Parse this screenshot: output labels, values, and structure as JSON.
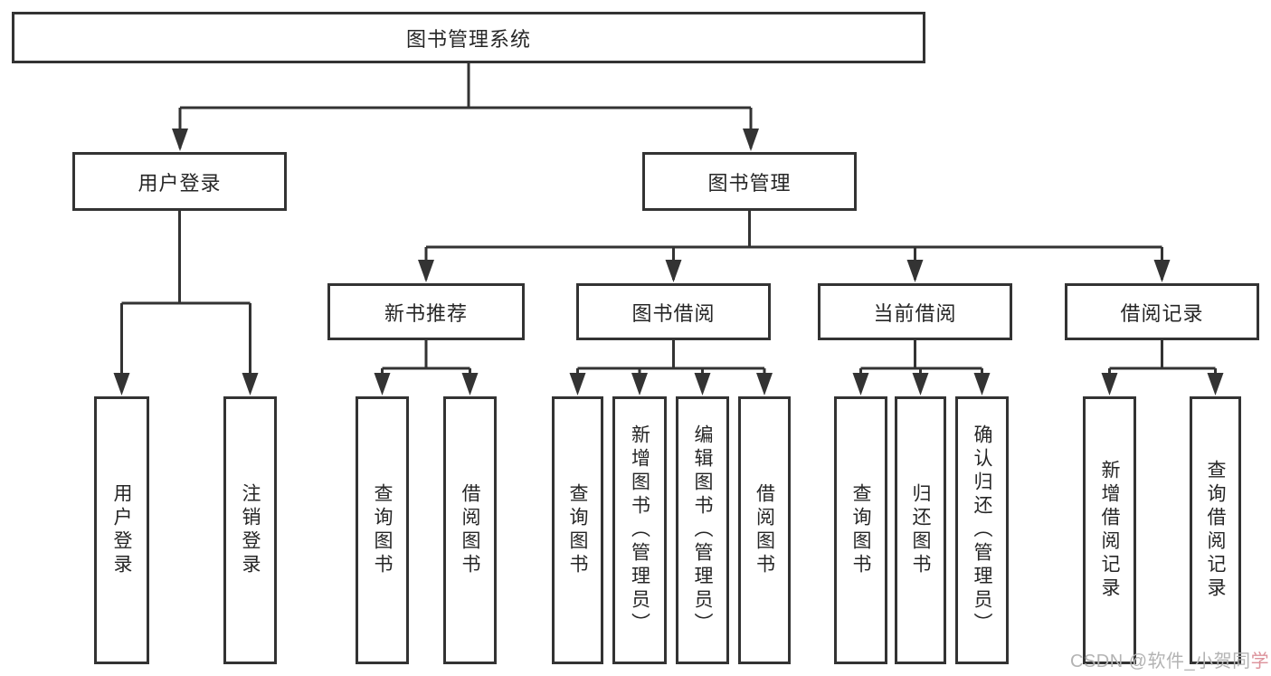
{
  "diagram": {
    "type": "hierarchy",
    "root": {
      "label": "图书管理系统"
    },
    "level2": [
      {
        "id": "user-login",
        "label": "用户登录",
        "parent": "图书管理系统"
      },
      {
        "id": "book-management",
        "label": "图书管理",
        "parent": "图书管理系统"
      }
    ],
    "level3": [
      {
        "id": "new-book-recommend",
        "label": "新书推荐",
        "parent": "图书管理"
      },
      {
        "id": "book-borrow",
        "label": "图书借阅",
        "parent": "图书管理"
      },
      {
        "id": "current-borrow",
        "label": "当前借阅",
        "parent": "图书管理"
      },
      {
        "id": "borrow-records",
        "label": "借阅记录",
        "parent": "图书管理"
      }
    ],
    "leaves": [
      {
        "id": "leaf-user-login",
        "label": "用户登录",
        "parent": "用户登录"
      },
      {
        "id": "leaf-logout",
        "label": "注销登录",
        "parent": "用户登录"
      },
      {
        "id": "leaf-query-books-recommend",
        "label": "查询图书",
        "parent": "新书推荐"
      },
      {
        "id": "leaf-borrow-books-recommend",
        "label": "借阅图书",
        "parent": "新书推荐"
      },
      {
        "id": "leaf-query-books-borrow",
        "label": "查询图书",
        "parent": "图书借阅"
      },
      {
        "id": "leaf-add-book-admin",
        "label": "新增图书（管理员）",
        "parent": "图书借阅"
      },
      {
        "id": "leaf-edit-book-admin",
        "label": "编辑图书（管理员）",
        "parent": "图书借阅"
      },
      {
        "id": "leaf-borrow-books-borrow",
        "label": "借阅图书",
        "parent": "图书借阅"
      },
      {
        "id": "leaf-query-books-current",
        "label": "查询图书",
        "parent": "当前借阅"
      },
      {
        "id": "leaf-return-book",
        "label": "归还图书",
        "parent": "当前借阅"
      },
      {
        "id": "leaf-confirm-return-admin",
        "label": "确认归还（管理员）",
        "parent": "当前借阅"
      },
      {
        "id": "leaf-add-borrow-record",
        "label": "新增借阅记录",
        "parent": "借阅记录"
      },
      {
        "id": "leaf-query-borrow-record",
        "label": "查询借阅记录",
        "parent": "借阅记录"
      }
    ]
  },
  "watermark": {
    "text": "CSDN @软件_小贺同",
    "accent": "学"
  },
  "colors": {
    "line": "#333333",
    "text": "#262626",
    "watermark": "#b3b3b3",
    "watermark_accent": "#dc929b"
  }
}
